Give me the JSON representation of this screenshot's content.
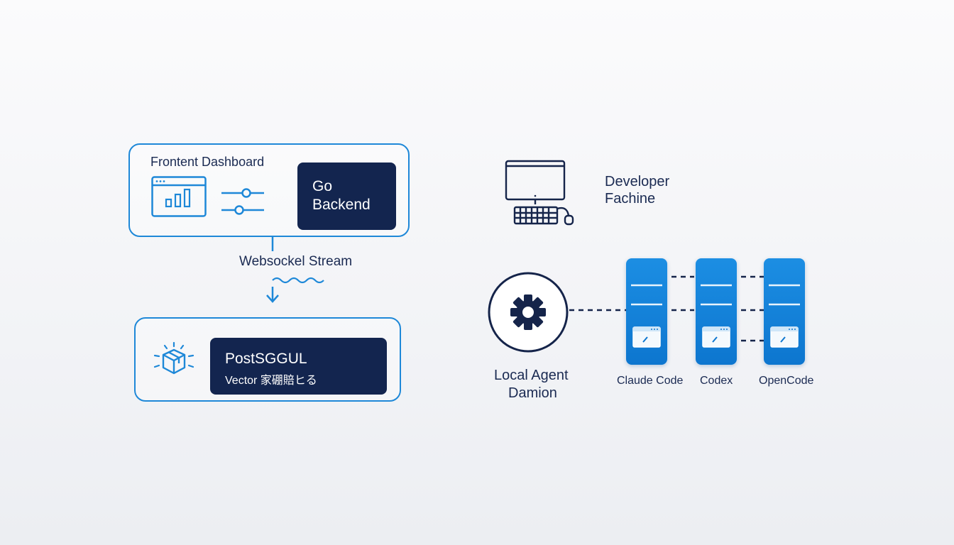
{
  "frontend": {
    "title": "Frontent Dashboard",
    "backend_line1": "Go",
    "backend_line2": "Backend"
  },
  "connection": {
    "label": "Websockel Stream"
  },
  "database": {
    "title": "PostSGGUL",
    "subtitle": "Vector 家硼賠ヒる"
  },
  "developer": {
    "line1": "Developer",
    "line2": "Fachine"
  },
  "agent": {
    "line1": "Local Agent",
    "line2": "Damion"
  },
  "agents_list": [
    {
      "label": "Claude Code"
    },
    {
      "label": "Codex"
    },
    {
      "label": "OpenCode"
    }
  ],
  "colors": {
    "accent_blue": "#1e88d8",
    "navy": "#13254f",
    "server_blue": "#0d76cf"
  },
  "icons": [
    "dashboard-window-icon",
    "slider-controls-icon",
    "cube-icon",
    "computer-icon",
    "gear-icon",
    "terminal-window-icon"
  ]
}
